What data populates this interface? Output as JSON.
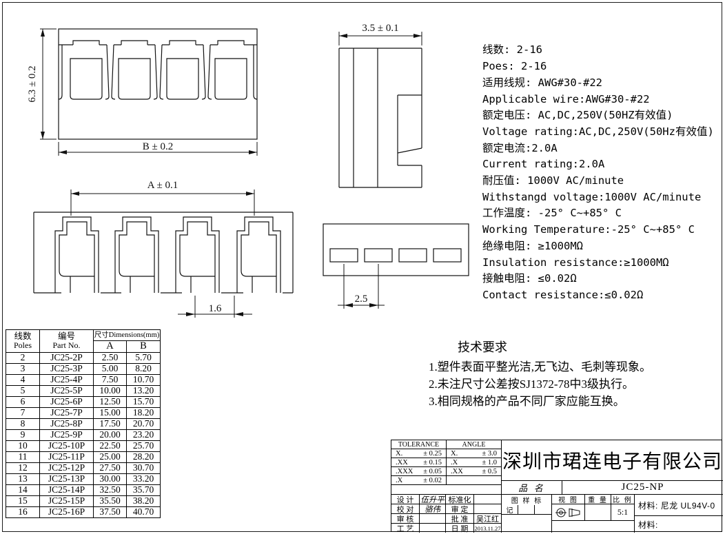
{
  "specs": {
    "lines": [
      "线数: 2-16",
      "Poes: 2-16",
      "适用线规: AWG#30-#22",
      "Applicable wire:AWG#30-#22",
      "额定电压: AC,DC,250V(50HZ有效值)",
      "Voltage rating:AC,DC,250V(50Hz有效值)",
      "额定电流:2.0A",
      "Current rating:2.0A",
      "耐压值: 1000V AC/minute",
      "Withstangd voltage:1000V AC/minute",
      "工作温度: -25° C~+85° C",
      "Working Temperature:-25° C~+85° C",
      "绝缘电阻: ≥1000MΩ",
      "Insulation resistance:≥1000MΩ",
      "接触电阻: ≤0.02Ω",
      "Contact resistance:≤0.02Ω"
    ]
  },
  "views": {
    "front": {
      "dim_height": "6.3 ± 0.2",
      "dim_width": "B ± 0.2"
    },
    "bottom": {
      "dim_pitch": "A ± 0.1",
      "dim_slot": "1.6"
    },
    "side": {
      "dim_depth": "3.5 ± 0.1"
    },
    "rear": {
      "dim_pitch": "2.5"
    }
  },
  "table": {
    "headers": {
      "poles_cn": "线数",
      "poles_en": "Poles",
      "part_cn": "编号",
      "part_en": "Part No.",
      "dims": "尺寸Dimensions(mm)",
      "col_a": "A",
      "col_b": "B"
    },
    "rows": [
      {
        "poles": "2",
        "part": "JC25-2P",
        "a": "2.50",
        "b": "5.70"
      },
      {
        "poles": "3",
        "part": "JC25-3P",
        "a": "5.00",
        "b": "8.20"
      },
      {
        "poles": "4",
        "part": "JC25-4P",
        "a": "7.50",
        "b": "10.70"
      },
      {
        "poles": "5",
        "part": "JC25-5P",
        "a": "10.00",
        "b": "13.20"
      },
      {
        "poles": "6",
        "part": "JC25-6P",
        "a": "12.50",
        "b": "15.70"
      },
      {
        "poles": "7",
        "part": "JC25-7P",
        "a": "15.00",
        "b": "18.20"
      },
      {
        "poles": "8",
        "part": "JC25-8P",
        "a": "17.50",
        "b": "20.70"
      },
      {
        "poles": "9",
        "part": "JC25-9P",
        "a": "20.00",
        "b": "23.20"
      },
      {
        "poles": "10",
        "part": "JC25-10P",
        "a": "22.50",
        "b": "25.70"
      },
      {
        "poles": "11",
        "part": "JC25-11P",
        "a": "25.00",
        "b": "28.20"
      },
      {
        "poles": "12",
        "part": "JC25-12P",
        "a": "27.50",
        "b": "30.70"
      },
      {
        "poles": "13",
        "part": "JC25-13P",
        "a": "30.00",
        "b": "33.20"
      },
      {
        "poles": "14",
        "part": "JC25-14P",
        "a": "32.50",
        "b": "35.70"
      },
      {
        "poles": "15",
        "part": "JC25-15P",
        "a": "35.50",
        "b": "38.20"
      },
      {
        "poles": "16",
        "part": "JC25-16P",
        "a": "37.50",
        "b": "40.70"
      }
    ]
  },
  "tech_requirements": {
    "title": "技术要求",
    "items": [
      "1.塑件表面平整光洁,无飞边、毛刺等现象。",
      "2.未注尺寸公差按SJ1372-78中3级执行。",
      "3.相同规格的产品不同厂家应能互换。"
    ]
  },
  "title_block": {
    "tolerance": {
      "title": "TOLERANCE",
      "rows": [
        [
          "X.",
          "± 0.25"
        ],
        [
          ".XX",
          "± 0.15"
        ],
        [
          ".XXX",
          "± 0.05"
        ],
        [
          ".X",
          "± 0.02"
        ]
      ]
    },
    "angle": {
      "title": "ANGLE",
      "rows": [
        [
          "X.",
          "± 3.0"
        ],
        [
          ".X",
          "± 1.0"
        ],
        [
          ".XX",
          "± 0.5"
        ]
      ]
    },
    "signoff": [
      {
        "label": "设 计",
        "value": "伍升平",
        "label2": "标准化",
        "value2": ""
      },
      {
        "label": "校 对",
        "value": "骆伟",
        "label2": "审 定",
        "value2": ""
      },
      {
        "label": "审 核",
        "value": "",
        "label2": "批 准",
        "value2": "吴江红"
      },
      {
        "label": "工 艺",
        "value": "",
        "label2": "日 期",
        "value2": "2013.11.27"
      }
    ],
    "company": "深圳市珺连电子有限公司",
    "product_label": "品 名",
    "product_name": "JC25-NP",
    "stamp_label_top": "图 样 标",
    "stamp_label_bottom": "记",
    "view_label": "视 图",
    "weight_label": "重 量",
    "scale_label": "比 例",
    "scale_value": "5:1",
    "material_label": "材料:",
    "material_value": "尼龙 UL94V-0",
    "material_label_2": "材料:"
  }
}
